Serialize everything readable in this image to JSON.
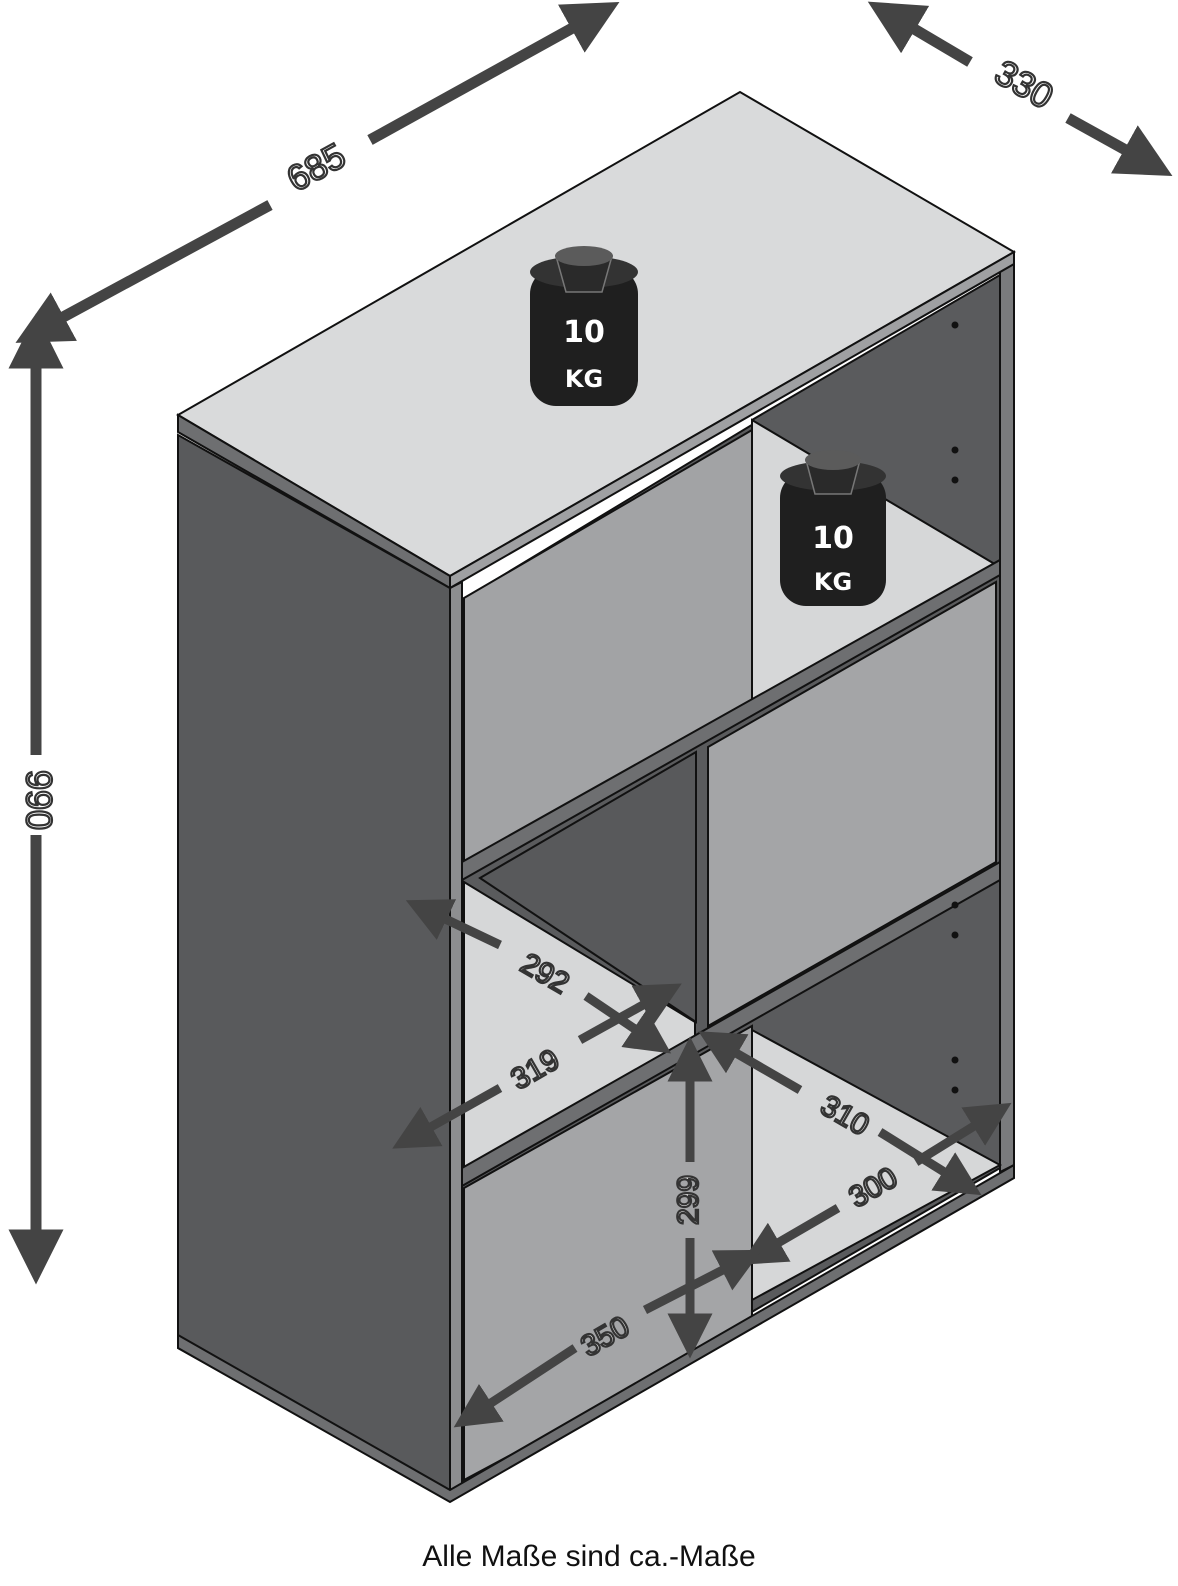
{
  "dimensions": {
    "width": "685",
    "depth": "330",
    "height": "990",
    "inner_depth_middle": "292",
    "inner_width_middle": "319",
    "inner_depth_right": "310",
    "inner_depth_bottom": "300",
    "inner_height_bottom": "299",
    "inner_width_bottom": "350"
  },
  "weights": [
    {
      "value": "10",
      "unit": "KG"
    },
    {
      "value": "10",
      "unit": "KG"
    }
  ],
  "caption": "Alle Maße sind ca.-Maße",
  "colors": {
    "body_dark": "#595a5c",
    "front_light": "#a4a5a7",
    "top_surface": "#d9dadb",
    "shelf_surface": "#d6d7d8",
    "back_panel": "#5a5b5d",
    "arrow": "#444444",
    "weight": "#1f1f1f"
  }
}
